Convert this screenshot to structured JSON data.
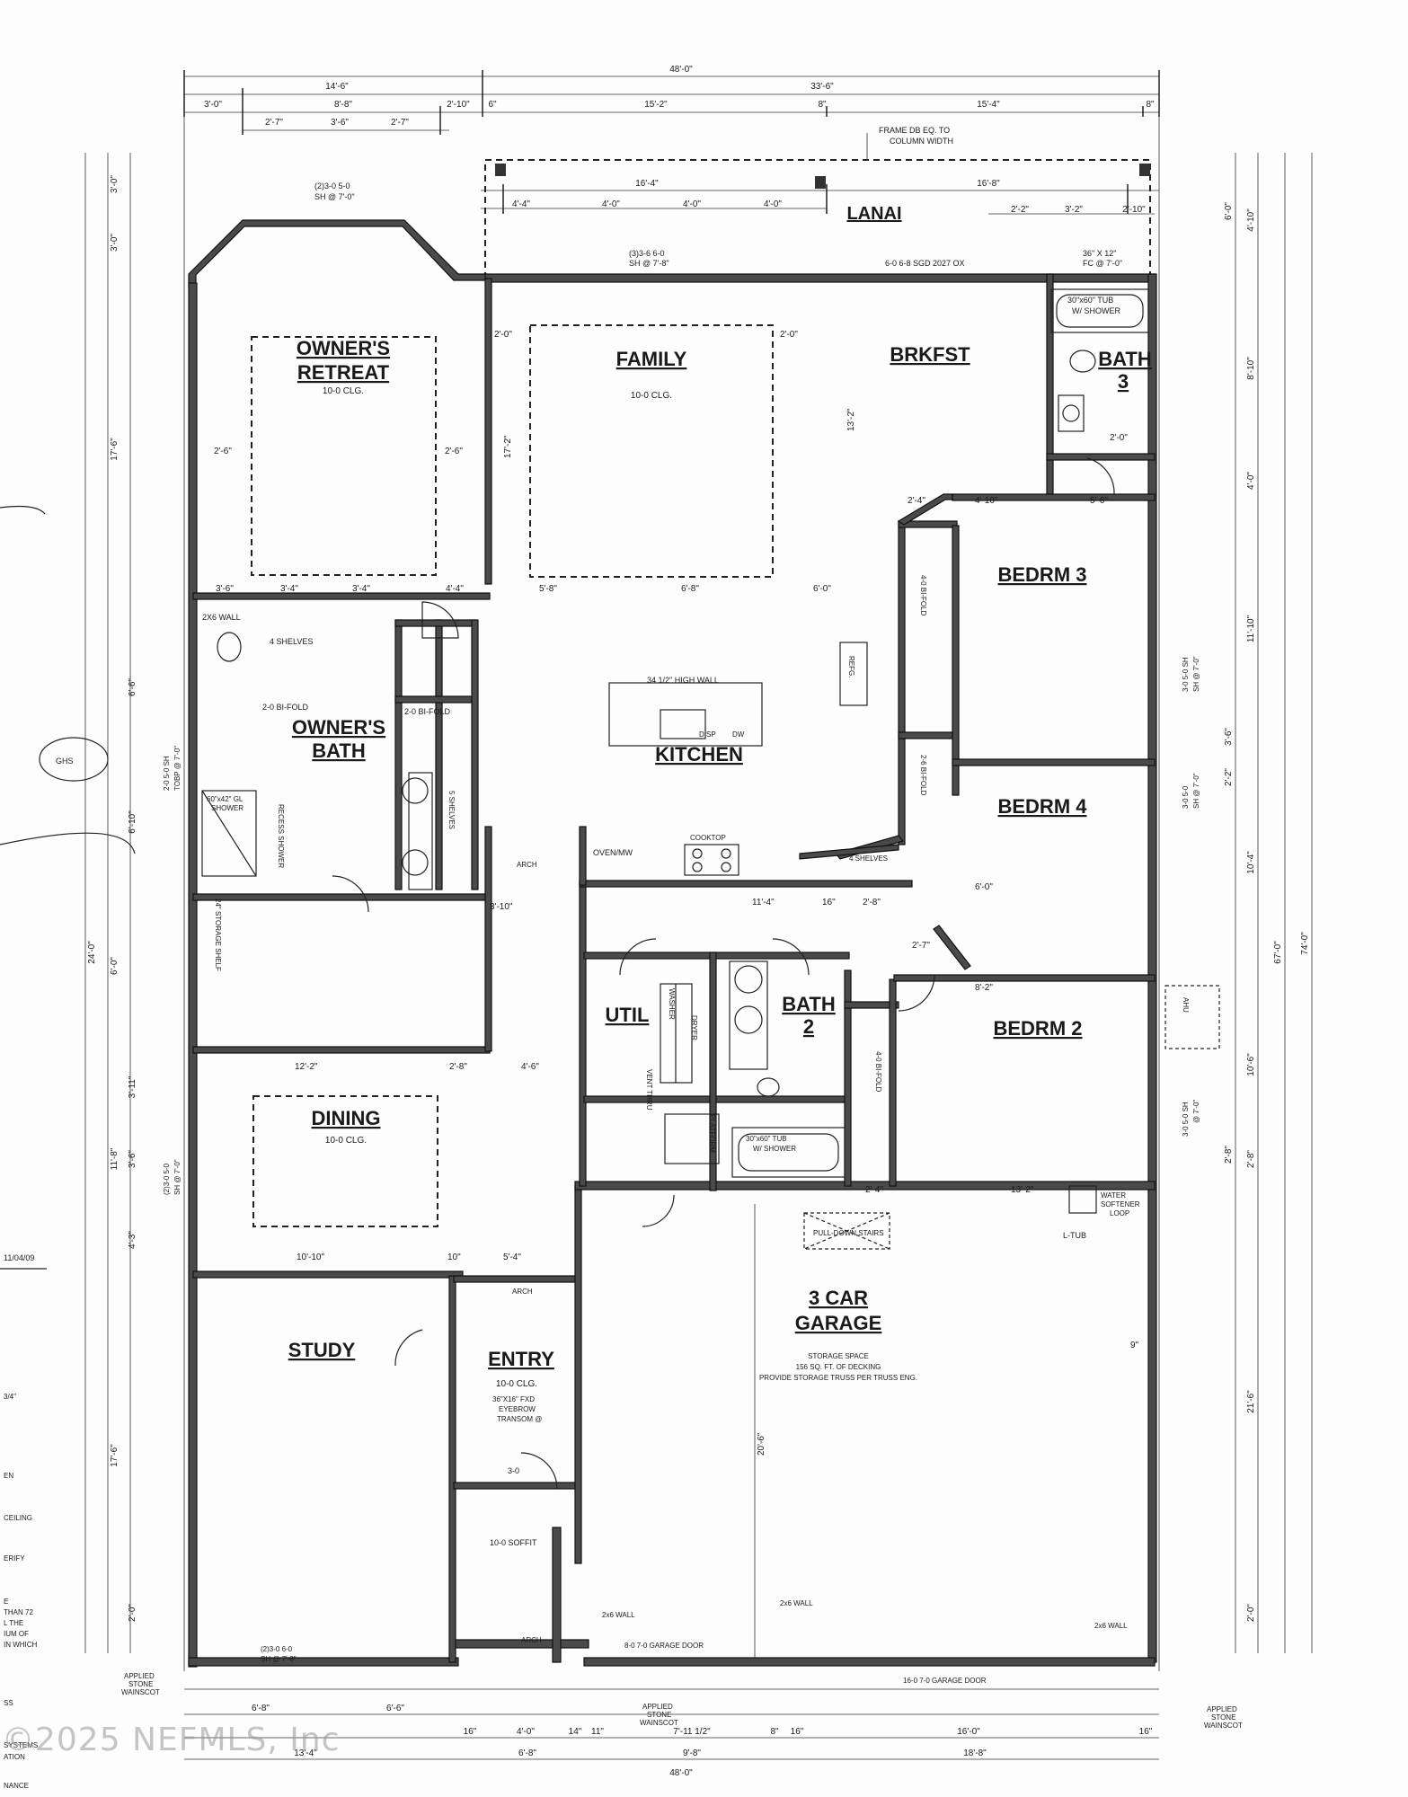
{
  "rooms": {
    "lanai": "LANAI",
    "owners_retreat_1": "OWNER'S",
    "owners_retreat_2": "RETREAT",
    "owners_retreat_clg": "10-0 CLG.",
    "family": "FAMILY",
    "family_clg": "10-0 CLG.",
    "brkfst": "BRKFST",
    "bath3_1": "BATH",
    "bath3_2": "3",
    "bedrm3": "BEDRM 3",
    "owners_bath_1": "OWNER'S",
    "owners_bath_2": "BATH",
    "kitchen": "KITCHEN",
    "bedrm4": "BEDRM 4",
    "util": "UTIL",
    "bath2_1": "BATH",
    "bath2_2": "2",
    "bedrm2": "BEDRM 2",
    "dining": "DINING",
    "dining_clg": "10-0 CLG.",
    "garage_1": "3 CAR",
    "garage_2": "GARAGE",
    "study": "STUDY",
    "entry": "ENTRY",
    "entry_clg": "10-0 CLG."
  },
  "notes": {
    "frame": "FRAME DB EQ. TO",
    "frame2": "COLUMN WIDTH",
    "window_top": "(2)3-0 5-0",
    "window_top2": "SH @ 7'-0\"",
    "fam_window": "(3)3-6 6-0",
    "fam_window2": "SH @ 7'-8\"",
    "sgd": "6-0 6-8 SGD 2027 OX",
    "tub3": "30\"x60\" TUB",
    "tub3b": "W/ SHOWER",
    "fc": "36\" X 12\"",
    "fc2": "FC @ 7'-0\"",
    "wall2x6": "2X6 WALL",
    "shelves4": "4 SHELVES",
    "bifold": "2-0 BI-FOLD",
    "bifold2": "2-0 BI-FOLD",
    "shower": "60\"x42\" GL",
    "shower2": "SHOWER",
    "recess": "RECESS SHOWER",
    "shelves5": "5 SHELVES",
    "high_wall": "34 1/2\" HIGH WALL",
    "oven": "OVEN/MW",
    "cooktop": "COOKTOP",
    "refg": "REFG.",
    "dw": "DW",
    "disp": "DISP",
    "shelves4b": "4 SHELVES",
    "bifold_b3": "4-0 BI-FOLD",
    "bifold_b4": "2-6 BI-FOLD",
    "bifold_b2": "4-0 BI-FOLD",
    "storage_shelf": "24\" STORAGE SHELF",
    "arch": "ARCH",
    "arch2": "ARCH",
    "arch3": "ARCH",
    "washer": "WASHER",
    "dryer": "DRYER",
    "vent": "VENT THRU",
    "tub2": "30\"x60\" TUB",
    "tub2b": "W/ SHOWER",
    "platform": "PLATFORM",
    "pulldown": "PULL-DOWN STAIRS",
    "water_softener": "WATER",
    "water_softener2": "SOFTENER",
    "water_softener3": "LOOP",
    "ltub": "L-TUB",
    "storage1": "STORAGE SPACE",
    "storage2": "156 SQ. FT. OF DECKING",
    "storage3": "PROVIDE STORAGE TRUSS PER TRUSS ENG.",
    "ahu": "AHU",
    "study_window": "(2)3-0 6-0",
    "study_window2": "SH @ 7'-8\"",
    "eyebrow": "36\"X16\" FXD",
    "eyebrow2": "EYEBROW",
    "eyebrow3": "TRANSOM @",
    "soffit": "10-0 SOFFIT",
    "door30": "3-0",
    "wall_g1": "2x6 WALL",
    "wall_g2": "2x6 WALL",
    "wall_g3": "2x6 WALL",
    "garage_door1": "8-0 7-0  GARAGE DOOR",
    "garage_door2": "16-0 7-0  GARAGE DOOR",
    "stone1": "APPLIED",
    "stone1b": "STONE",
    "stone1c": "WAINSCOT",
    "stone2": "APPLIED",
    "stone2b": "STONE",
    "stone2c": "WAINSCOT",
    "stone3": "APPLIED",
    "stone3b": "STONE",
    "stone3c": "WAINSCOT",
    "win_b3": "3-0 5-0 SH",
    "win_b3b": "SH @ 7'-0\"",
    "win_b4": "3-0 5-0",
    "win_b4b": "SH @ 7'-0\"",
    "win_b2": "3-0 5-0 SH",
    "win_b2b": "@ 7'-0\"",
    "win_dining": "(2)3-0 5-0",
    "win_dining2": "SH @ 7'-0\"",
    "win_ob": "2-0 5-0 SH",
    "win_ob2": "TOBP @ 7'-0\"",
    "left_date": "11/04/09",
    "left_1": "3/4\"",
    "left_2": "EN",
    "left_3": "CEILING",
    "left_4": "ERIFY",
    "left_5": "E",
    "left_6": "THAN 72",
    "left_7": "L THE",
    "left_8": "IUM OF",
    "left_9": "IN WHICH",
    "left_10": "SS",
    "left_11": "SYSTEMS",
    "left_12": "ATION",
    "left_13": "NANCE",
    "circle_mark": "GHS"
  },
  "dims": {
    "top_overall": "48'-0\"",
    "top_left": "14'-6\"",
    "top_right": "33'-6\"",
    "t1": "3'-0\"",
    "t2": "8'-8\"",
    "t3": "2'-10\"",
    "t4": "6\"",
    "t5": "15'-2\"",
    "t6": "8\"",
    "t7": "15'-4\"",
    "t8": "8\"",
    "t9": "2'-7\"",
    "t10": "3'-6\"",
    "t11": "2'-7\"",
    "t12": "16'-4\"",
    "t13": "16'-8\"",
    "t14": "4'-4\"",
    "t15": "4'-0\"",
    "t16": "4'-0\"",
    "t17": "4'-0\"",
    "t18": "2'-2\"",
    "t19": "3'-2\"",
    "t20": "2'-10\"",
    "d1": "2'-6\"",
    "d2": "2'-6\"",
    "d3": "2'-0\"",
    "d4": "2'-0\"",
    "d5": "13'-2\"",
    "d6": "17'-2\"",
    "d7": "3'-6\"",
    "d8": "3'-4\"",
    "d9": "3'-4\"",
    "d10": "4'-4\"",
    "d11": "5'-8\"",
    "d12": "6'-8\"",
    "d13": "6'-0\"",
    "d14": "2'-4\"",
    "d15": "4'-10\"",
    "d16": "5'-6\"",
    "d17": "2'-0\"",
    "d18": "11'-4\"",
    "d19": "16\"",
    "d20": "2'-8\"",
    "d21": "3'-10\"",
    "d22": "12'-2\"",
    "d23": "2'-8\"",
    "d24": "4'-6\"",
    "d25": "8'-2\"",
    "d26": "13'-2\"",
    "d27": "2'-4\"",
    "d28": "10'-10\"",
    "d29": "10\"",
    "d30": "5'-4\"",
    "d31": "6'-0\"",
    "d32": "2'-7\"",
    "left1": "3'-0\"",
    "left2": "3'-0\"",
    "left3": "17'-6\"",
    "left4": "6'-6\"",
    "left5": "6'-10\"",
    "left6": "24'-0\"",
    "left7": "6'-0\"",
    "left8": "3'-11\"",
    "left9": "3'-6\"",
    "left10": "11'-8\"",
    "left11": "4'-3\"",
    "left12": "17'-6\"",
    "left13": "2'-0\"",
    "right1": "6'-0\"",
    "right2": "4'-10\"",
    "right3": "8'-10\"",
    "right4": "4'-0\"",
    "right5": "11'-10\"",
    "right6": "10'-4\"",
    "right7": "10'-6\"",
    "right8": "2'-8\"",
    "right9": "21'-6\"",
    "right10": "2'-0\"",
    "right11": "74'-0\"",
    "right12": "67'-0\"",
    "right13": "3'-6\"",
    "right14": "2'-2\"",
    "right15": "2'-8\"",
    "garage_depth": "20'-6\"",
    "gd2": "9\"",
    "b1": "6'-8\"",
    "b2": "6'-6\"",
    "b3": "16\"",
    "b4": "4'-0\"",
    "b5": "14\"",
    "b6": "11\"",
    "b7": "7'-11 1/2\"",
    "b8": "8\"",
    "b9": "16\"",
    "b10": "16'-0\"",
    "b11": "16\"",
    "b12": "13'-4\"",
    "b13": "6'-8\"",
    "b14": "9'-8\"",
    "b15": "18'-8\"",
    "b16": "48'-0\""
  },
  "watermark": "©2025 NEFMLS, Inc"
}
